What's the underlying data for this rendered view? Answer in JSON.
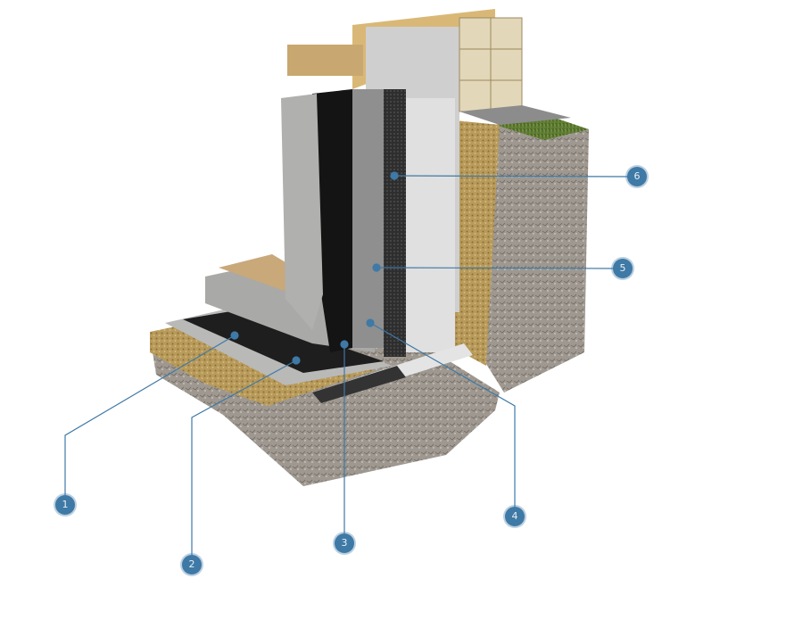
{
  "diagram": {
    "subject": "foundation-waterproofing-cross-section",
    "accent_color": "#3f79a6",
    "callouts": [
      {
        "id": "1",
        "label": "1"
      },
      {
        "id": "2",
        "label": "2"
      },
      {
        "id": "3",
        "label": "3"
      },
      {
        "id": "4",
        "label": "4"
      },
      {
        "id": "5",
        "label": "5"
      },
      {
        "id": "6",
        "label": "6"
      }
    ]
  }
}
